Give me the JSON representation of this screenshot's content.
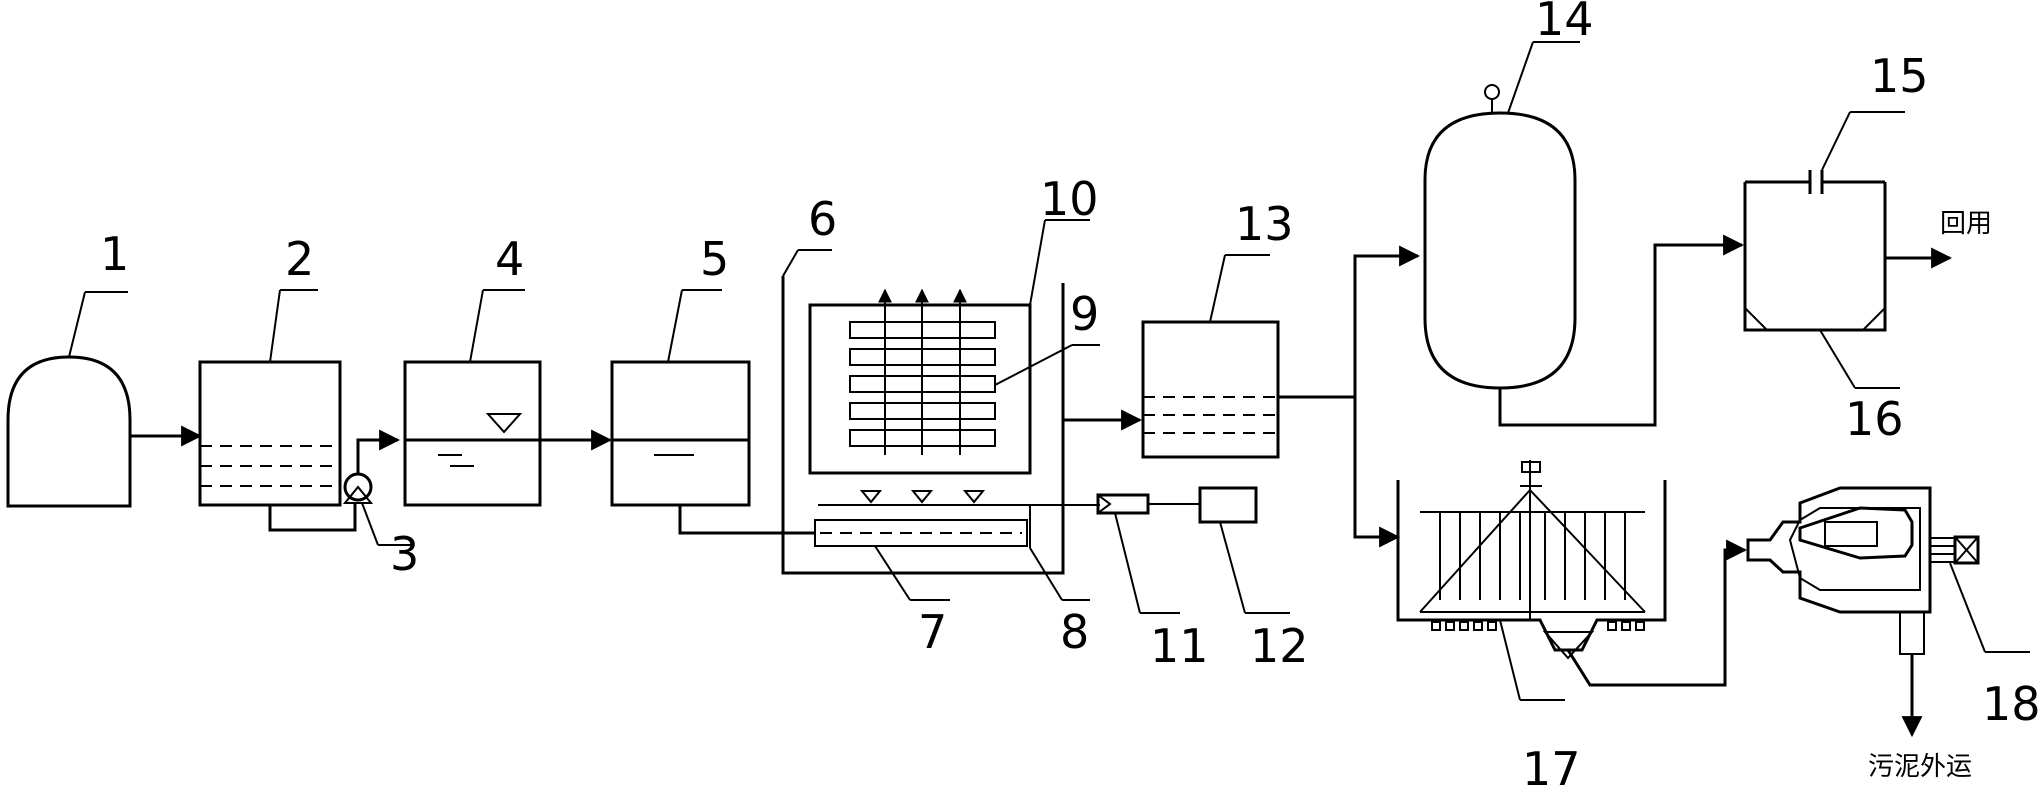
{
  "labels": {
    "n1": "1",
    "n2": "2",
    "n3": "3",
    "n4": "4",
    "n5": "5",
    "n6": "6",
    "n7": "7",
    "n8": "8",
    "n9": "9",
    "n10": "10",
    "n11": "11",
    "n12": "12",
    "n13": "13",
    "n14": "14",
    "n15": "15",
    "n16": "16",
    "n17": "17",
    "n18": "18"
  },
  "annotations": {
    "reuse": "回用",
    "sludge_out": "污泥外运"
  }
}
